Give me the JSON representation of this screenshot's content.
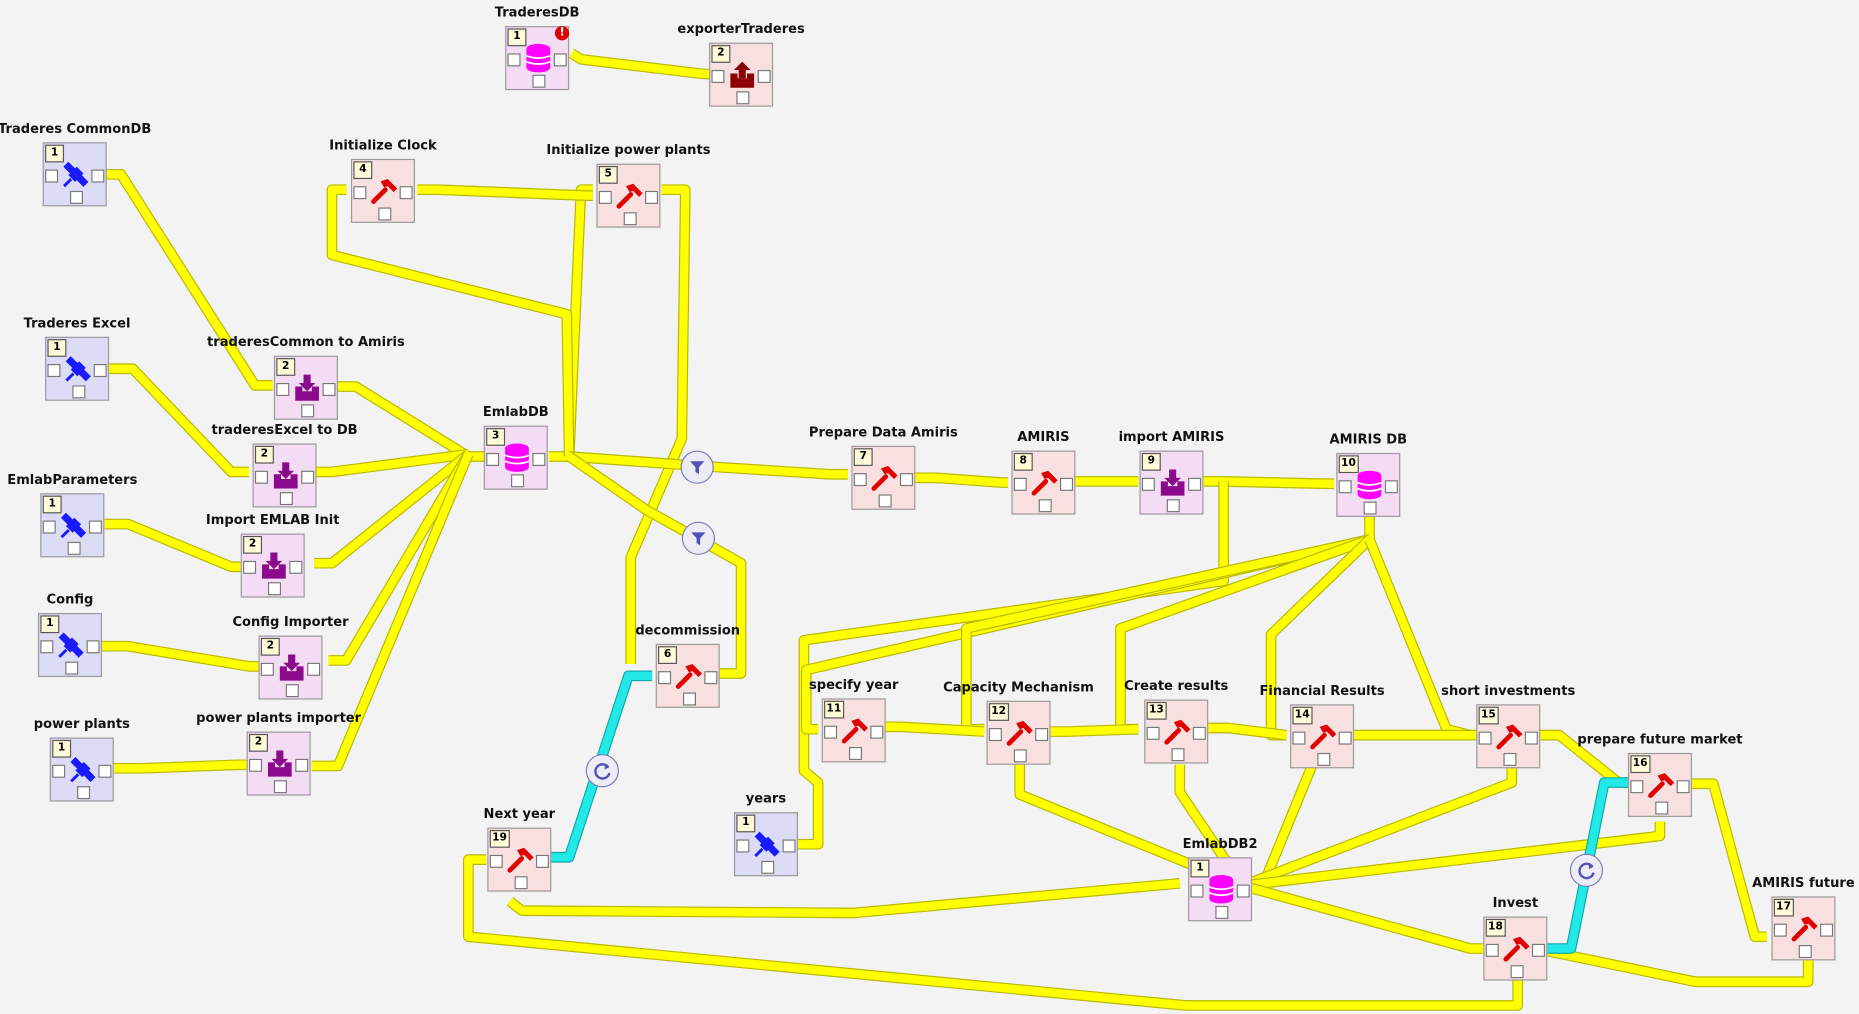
{
  "diagram": {
    "nodes": [
      {
        "id": "tradesdb",
        "name": "TraderesDB",
        "rank": "1",
        "kind": "data",
        "alert": true
      },
      {
        "id": "exporter",
        "name": "exporterTraderes",
        "rank": "2",
        "kind": "exporter"
      },
      {
        "id": "commondb",
        "name": "Traderes CommonDB",
        "rank": "1",
        "kind": "source"
      },
      {
        "id": "trexcel",
        "name": "Traderes Excel",
        "rank": "1",
        "kind": "source"
      },
      {
        "id": "emlabparams",
        "name": "EmlabParameters",
        "rank": "1",
        "kind": "source"
      },
      {
        "id": "config",
        "name": "Config",
        "rank": "1",
        "kind": "source"
      },
      {
        "id": "powerplants",
        "name": "power plants",
        "rank": "1",
        "kind": "source"
      },
      {
        "id": "trcommon2amiris",
        "name": "traderesCommon to Amiris",
        "rank": "2",
        "kind": "importer"
      },
      {
        "id": "trexcel2db",
        "name": "traderesExcel to DB",
        "rank": "2",
        "kind": "importer"
      },
      {
        "id": "importemlab",
        "name": "Import EMLAB Init",
        "rank": "2",
        "kind": "importer"
      },
      {
        "id": "configimporter",
        "name": "Config Importer",
        "rank": "2",
        "kind": "importer"
      },
      {
        "id": "ppimporter",
        "name": "power plants importer",
        "rank": "2",
        "kind": "importer"
      },
      {
        "id": "initclock",
        "name": "Initialize Clock",
        "rank": "4",
        "kind": "tool"
      },
      {
        "id": "initpp",
        "name": "Initialize power plants",
        "rank": "5",
        "kind": "tool"
      },
      {
        "id": "emlabdb",
        "name": "EmlabDB",
        "rank": "3",
        "kind": "data"
      },
      {
        "id": "decommission",
        "name": "decommission",
        "rank": "6",
        "kind": "tool"
      },
      {
        "id": "prepamiris",
        "name": "Prepare Data Amiris",
        "rank": "7",
        "kind": "tool"
      },
      {
        "id": "amiris",
        "name": "AMIRIS",
        "rank": "8",
        "kind": "tool"
      },
      {
        "id": "importamiris",
        "name": "import AMIRIS",
        "rank": "9",
        "kind": "importer"
      },
      {
        "id": "amirisdb",
        "name": "AMIRIS DB",
        "rank": "10",
        "kind": "data"
      },
      {
        "id": "specifyyear",
        "name": "specify year",
        "rank": "11",
        "kind": "tool"
      },
      {
        "id": "capmech",
        "name": "Capacity Mechanism",
        "rank": "12",
        "kind": "tool"
      },
      {
        "id": "createresults",
        "name": "Create results",
        "rank": "13",
        "kind": "tool"
      },
      {
        "id": "finresults",
        "name": "Financial Results",
        "rank": "14",
        "kind": "tool"
      },
      {
        "id": "shortinv",
        "name": "short investments",
        "rank": "15",
        "kind": "tool"
      },
      {
        "id": "prepfuture",
        "name": "prepare future market",
        "rank": "16",
        "kind": "tool"
      },
      {
        "id": "amirisfuture",
        "name": "AMIRIS future",
        "rank": "17",
        "kind": "tool"
      },
      {
        "id": "invest",
        "name": "Invest",
        "rank": "18",
        "kind": "tool"
      },
      {
        "id": "nextyear",
        "name": "Next year",
        "rank": "19",
        "kind": "tool"
      },
      {
        "id": "years",
        "name": "years",
        "rank": "1",
        "kind": "source"
      },
      {
        "id": "emlabdb2",
        "name": "EmlabDB2",
        "rank": "1",
        "kind": "data"
      }
    ],
    "controls": [
      {
        "id": "filter1",
        "icon": "filter-icon"
      },
      {
        "id": "filter2",
        "icon": "filter-icon"
      },
      {
        "id": "loop1",
        "icon": "loop-icon"
      },
      {
        "id": "loop2",
        "icon": "loop-icon"
      }
    ],
    "colors": {
      "link": "#ffff00",
      "link_border": "#b8b800",
      "loop_link": "#22e8e8",
      "tool_icon": "#e00000",
      "data_icon": "#ff00ff",
      "source_icon": "#1a1aff",
      "importer_icon": "#8b0a8b",
      "exporter_icon": "#8b0000"
    }
  }
}
